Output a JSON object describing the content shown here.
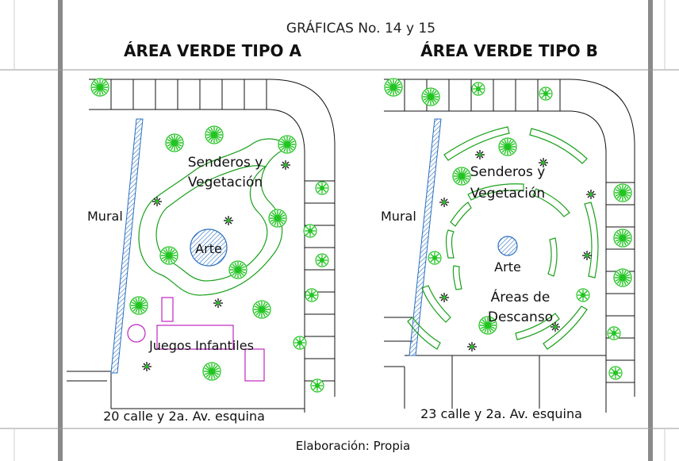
{
  "header": {
    "title": "GRÁFICAS No. 14 y 15",
    "left_heading": "ÁREA VERDE TIPO A",
    "right_heading": "ÁREA VERDE TIPO B"
  },
  "plan_a": {
    "label_paths": "Senderos y",
    "label_vegetation": "Vegetación",
    "label_mural": "Mural",
    "label_art": "Arte",
    "label_playground": "Juegos Infantiles",
    "address": "20 calle y 2a. Av. esquina"
  },
  "plan_b": {
    "label_paths": "Senderos y",
    "label_vegetation": "Vegetación",
    "label_mural": "Mural",
    "label_art": "Arte",
    "label_rest_1": "Áreas de",
    "label_rest_2": "Descanso",
    "address": "23 calle y 2a. Av. esquina"
  },
  "footer": {
    "source": "Elaboración: Propia"
  },
  "colors": {
    "vegetation": "#22c422",
    "path_line": "#1aa01a",
    "water_blue": "#2a6fbf",
    "playground": "#c026c0",
    "frame_gray": "#7a7a7a"
  }
}
